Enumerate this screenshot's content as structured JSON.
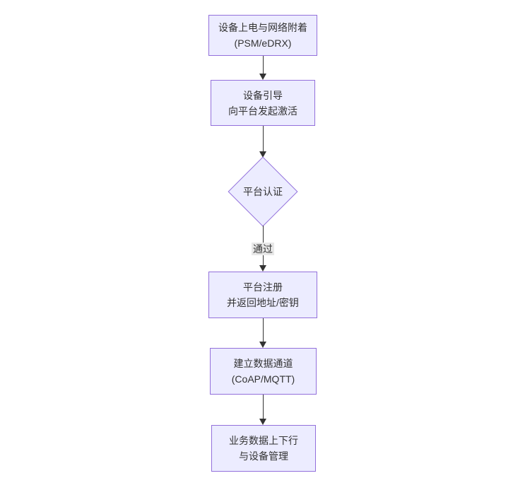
{
  "diagram": {
    "type": "flowchart",
    "direction": "top-down",
    "nodes": [
      {
        "id": "power-attach",
        "shape": "process",
        "lines": [
          "设备上电与网络附着",
          "(PSM/eDRX)"
        ]
      },
      {
        "id": "bootstrap",
        "shape": "process",
        "lines": [
          "设备引导",
          "向平台发起激活"
        ]
      },
      {
        "id": "platform-auth",
        "shape": "decision",
        "lines": [
          "平台认证"
        ]
      },
      {
        "id": "register",
        "shape": "process",
        "lines": [
          "平台注册",
          "并返回地址/密钥"
        ]
      },
      {
        "id": "data-channel",
        "shape": "process",
        "lines": [
          "建立数据通道",
          "(CoAP/MQTT)"
        ]
      },
      {
        "id": "business",
        "shape": "process",
        "lines": [
          "业务数据上下行",
          "与设备管理"
        ]
      }
    ],
    "edges": [
      {
        "from": "power-attach",
        "to": "bootstrap",
        "label": ""
      },
      {
        "from": "bootstrap",
        "to": "platform-auth",
        "label": ""
      },
      {
        "from": "platform-auth",
        "to": "register",
        "label": "通过"
      },
      {
        "from": "register",
        "to": "data-channel",
        "label": ""
      },
      {
        "from": "data-channel",
        "to": "business",
        "label": ""
      }
    ],
    "colors": {
      "node_fill": "#ECECFF",
      "node_border": "#9370DB",
      "arrow": "#333333",
      "edge_label_bg": "#e8e8e8",
      "text": "#333333"
    }
  }
}
